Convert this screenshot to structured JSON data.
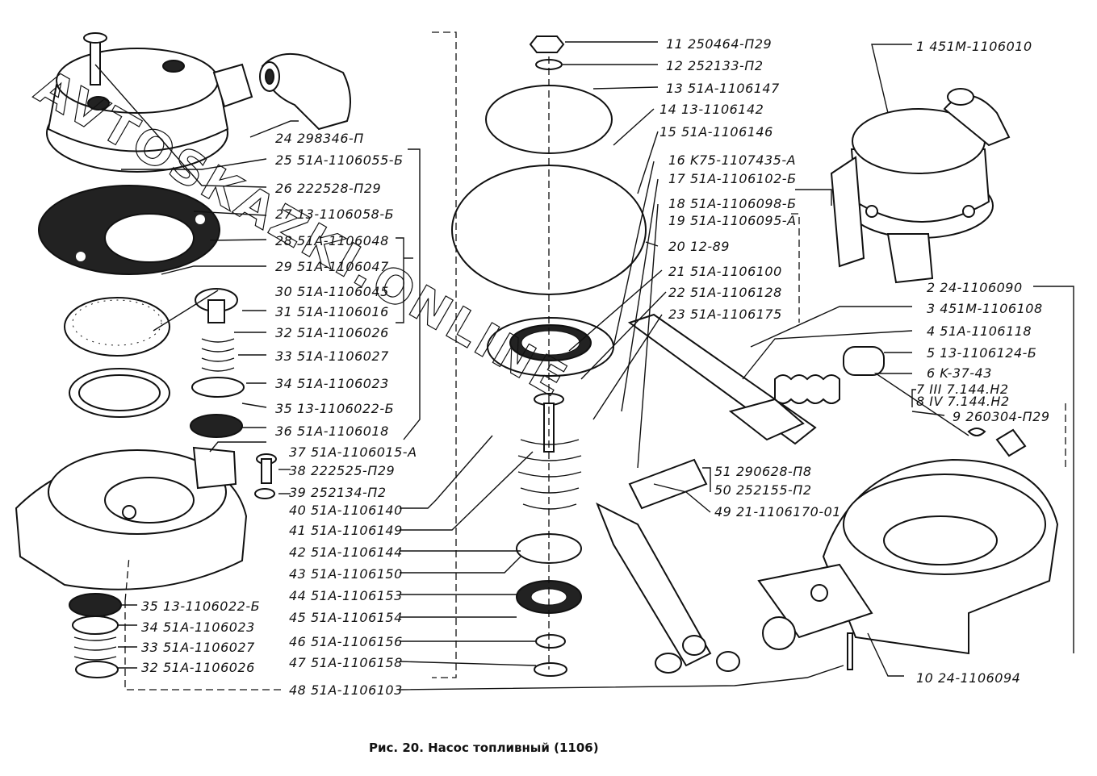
{
  "caption": "Рис. 20. Насос топливный (1106)",
  "watermark": "AVTOSKAZKI.ONLINE",
  "labels": [
    {
      "n": "1",
      "code": "451M-1106010"
    },
    {
      "n": "2",
      "code": "24-1106090"
    },
    {
      "n": "3",
      "code": "451M-1106108"
    },
    {
      "n": "4",
      "code": "51A-1106118"
    },
    {
      "n": "5",
      "code": "13-1106124-Б"
    },
    {
      "n": "6",
      "code": "K-37-43"
    },
    {
      "n": "7",
      "code": "III 7.144.H2"
    },
    {
      "n": "8",
      "code": "IV 7.144.H2"
    },
    {
      "n": "9",
      "code": "260304-П29"
    },
    {
      "n": "10",
      "code": "24-1106094"
    },
    {
      "n": "11",
      "code": "250464-П29"
    },
    {
      "n": "12",
      "code": "252133-П2"
    },
    {
      "n": "13",
      "code": "51A-1106147"
    },
    {
      "n": "14",
      "code": "13-1106142"
    },
    {
      "n": "15",
      "code": "51A-1106146"
    },
    {
      "n": "16",
      "code": "K75-1107435-A"
    },
    {
      "n": "17",
      "code": "51A-1106102-Б"
    },
    {
      "n": "18",
      "code": "51A-1106098-Б"
    },
    {
      "n": "19",
      "code": "51A-1106095-A"
    },
    {
      "n": "20",
      "code": "12-89"
    },
    {
      "n": "21",
      "code": "51A-1106100"
    },
    {
      "n": "22",
      "code": "51A-1106128"
    },
    {
      "n": "23",
      "code": "51A-1106175"
    },
    {
      "n": "24",
      "code": "298346-П"
    },
    {
      "n": "25",
      "code": "51A-1106055-Б"
    },
    {
      "n": "26",
      "code": "222528-П29"
    },
    {
      "n": "27",
      "code": "13-1106058-Б"
    },
    {
      "n": "28",
      "code": "51A-1106048"
    },
    {
      "n": "29",
      "code": "51A-1106047"
    },
    {
      "n": "30",
      "code": "51A-1106045"
    },
    {
      "n": "31",
      "code": "51A-1106016"
    },
    {
      "n": "32",
      "code": "51A-1106026"
    },
    {
      "n": "33",
      "code": "51A-1106027"
    },
    {
      "n": "34",
      "code": "51A-1106023"
    },
    {
      "n": "35",
      "code": "13-1106022-Б"
    },
    {
      "n": "36",
      "code": "51A-1106018"
    },
    {
      "n": "37",
      "code": "51A-1106015-A"
    },
    {
      "n": "38",
      "code": "222525-П29"
    },
    {
      "n": "39",
      "code": "252134-П2"
    },
    {
      "n": "40",
      "code": "51A-1106140"
    },
    {
      "n": "41",
      "code": "51A-1106149"
    },
    {
      "n": "42",
      "code": "51A-1106144"
    },
    {
      "n": "43",
      "code": "51A-1106150"
    },
    {
      "n": "44",
      "code": "51A-1106153"
    },
    {
      "n": "45",
      "code": "51A-1106154"
    },
    {
      "n": "46",
      "code": "51A-1106156"
    },
    {
      "n": "47",
      "code": "51A-1106158"
    },
    {
      "n": "48",
      "code": "51A-1106103"
    },
    {
      "n": "49",
      "code": "21-1106170-01"
    },
    {
      "n": "50",
      "code": "252155-П2"
    },
    {
      "n": "51",
      "code": "290628-П8"
    },
    {
      "n": "35",
      "code": "13-1106022-Б"
    },
    {
      "n": "34",
      "code": "51A-1106023"
    },
    {
      "n": "33",
      "code": "51A-1106027"
    },
    {
      "n": "32",
      "code": "51A-1106026"
    }
  ]
}
